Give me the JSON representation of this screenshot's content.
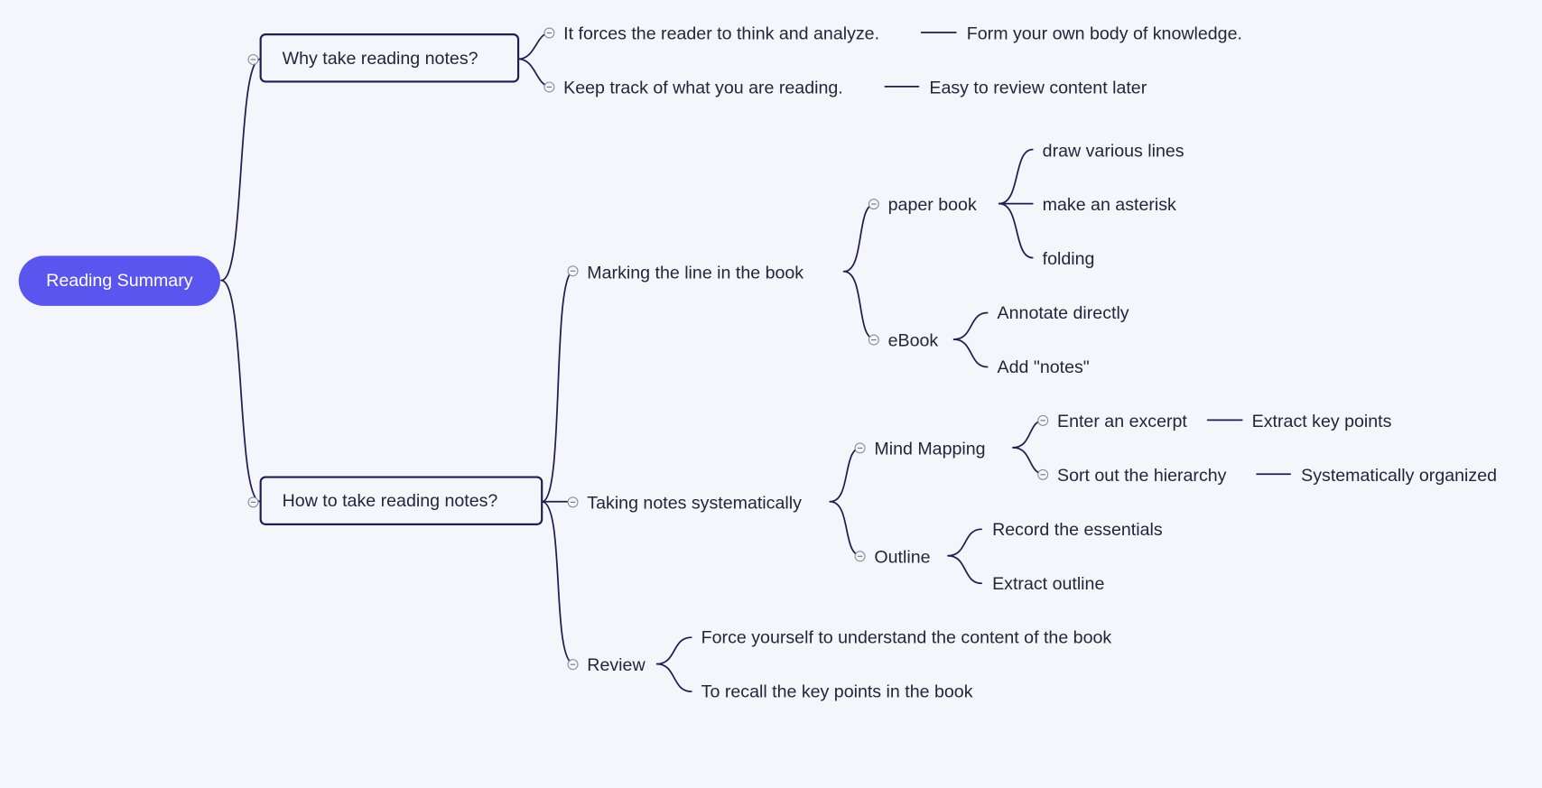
{
  "colors": {
    "root_bg": "#5b55f0",
    "line": "#1e1e50",
    "background": "#f4f6fb",
    "text": "#23253a"
  },
  "mindmap": {
    "root": "Reading Summary",
    "why": {
      "label": "Why take reading notes?",
      "items": [
        {
          "label": "It forces the reader to think and analyze.",
          "result": "Form your own body of knowledge."
        },
        {
          "label": "Keep track of what you are reading.",
          "result": "Easy to review content later"
        }
      ]
    },
    "how": {
      "label": "How to take reading notes?",
      "marking": {
        "label": "Marking the line in the book",
        "paper": {
          "label": "paper book",
          "items": [
            "draw various lines",
            "make an asterisk",
            "folding"
          ]
        },
        "ebook": {
          "label": "eBook",
          "items": [
            "Annotate directly",
            "Add \"notes\""
          ]
        }
      },
      "systematic": {
        "label": "Taking notes systematically",
        "mind": {
          "label": "Mind Mapping",
          "items": [
            {
              "label": "Enter an excerpt",
              "result": "Extract key points"
            },
            {
              "label": "Sort out the hierarchy",
              "result": "Systematically organized"
            }
          ]
        },
        "outline": {
          "label": "Outline",
          "items": [
            "Record the essentials",
            "Extract outline"
          ]
        }
      },
      "review": {
        "label": "Review",
        "items": [
          "Force yourself to understand the content of the book",
          "To recall the key points in the book"
        ]
      }
    }
  }
}
